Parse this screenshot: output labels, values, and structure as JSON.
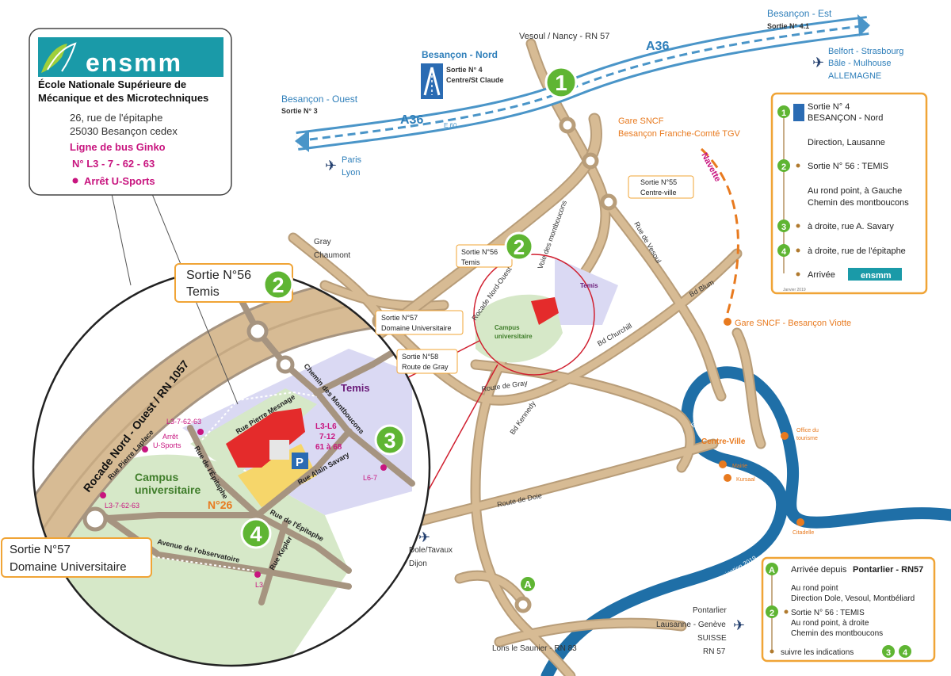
{
  "colors": {
    "road": "#d7bb94",
    "road_edge": "#b89d79",
    "inner_road": "#a69480",
    "highway_blue": "#4a95c8",
    "river": "#1f6fa7",
    "green_marker": "#5fb533",
    "magenta": "#c8157f",
    "orange": "#e87a1f",
    "campus_green": "#d6e8c8",
    "temis_purple": "#dad9f3",
    "logo_teal": "#1a9aa8",
    "info_border": "#f0a436"
  },
  "school": {
    "logo_word": "ensmm",
    "name_line1": "École Nationale Supérieure de",
    "name_line2": "Mécanique et des Microtechniques",
    "address_line1": "26, rue de l'épitaphe",
    "address_line2": "25030 Besançon cedex",
    "bus_line_title": "Ligne de bus Ginko",
    "bus_line_numbers": "N° L3 - 7 - 62 - 63",
    "bus_stop": "Arrêt U-Sports"
  },
  "highway": {
    "name_west": "A36",
    "name_east": "A36",
    "ouest_title": "Besançon - Ouest",
    "ouest_exit": "Sortie N° 3",
    "est_title": "Besançon - Est",
    "est_exit": "Sortie N° 4.1",
    "nord_title": "Besançon - Nord",
    "nord_exit": "Sortie N° 4",
    "nord_direction": "Centre/St Claude",
    "e60": "E 60"
  },
  "destinations": {
    "vesoul_nancy": "Vesoul / Nancy - RN 57",
    "belfort": "Belfort - Strasbourg",
    "bale": "Bâle - Mulhouse",
    "allemagne": "ALLEMAGNE",
    "paris": "Paris",
    "lyon": "Lyon",
    "gray": "Gray",
    "chaumont": "Chaumont",
    "dole_tavaux": "Dole/Tavaux",
    "dijon": "Dijon",
    "lons": "Lons le Saunier - RN 83",
    "pontarlier": "Pontarlier",
    "lausanne_geneve": "Lausanne - Genève",
    "suisse": "SUISSE",
    "rn57": "RN 57"
  },
  "gares": {
    "tgv_line1": "Gare SNCF",
    "tgv_line2": "Besançon Franche-Comté TGV",
    "navette": "Navette",
    "viotte": "Gare SNCF - Besançon Viotte"
  },
  "exits": {
    "s55_line1": "Sortie N°55",
    "s55_line2": "Centre-ville",
    "s56_line1": "Sortie N°56",
    "s56_line2": "Temis",
    "s57_line1": "Sortie N°57",
    "s57_line2": "Domaine Universitaire",
    "s58_line1": "Sortie N°58",
    "s58_line2": "Route de Gray"
  },
  "streets": {
    "rocade": "Rocade Nord-Ouest",
    "voie_montboucons": "Voie des montboucons",
    "rue_vesoul": "Rue de Vesoul",
    "bd_blum": "Bd Blum",
    "bd_churchill": "Bd Churchill",
    "route_gray": "Route de Gray",
    "bd_kennedy": "Bd Kennedy",
    "route_dole": "Route de Doie",
    "ensmm_river": "ENSMM",
    "doubs": "Le Doubs",
    "service_comm": "Service communication 2019"
  },
  "places": {
    "temis": "Temis",
    "campus": "Campus",
    "campus2": "universitaire",
    "centre_ville": "Centre-Ville",
    "office_line1": "Office du",
    "office_line2": "tourisme",
    "mairie": "Mairie",
    "kursaal": "Kursaal",
    "citadelle": "Citadelle"
  },
  "markers": {
    "m1": "1",
    "m2": "2",
    "m3": "3",
    "m4": "4",
    "mA": "A"
  },
  "itinerary_nord": {
    "step1_line1": "Sortie N° 4",
    "step1_line2": "BESANÇON - Nord",
    "direction": "Direction, Lausanne",
    "step2": "Sortie N° 56 : TEMIS",
    "rond_point_line1": "Au rond point, à Gauche",
    "rond_point_line2": "Chemin des montboucons",
    "step3": "à droite, rue A. Savary",
    "step4": "à droite, rue de l'épitaphe",
    "arrivee": "Arrivée",
    "date": "Janvier 2019"
  },
  "itinerary_pontarlier": {
    "title_prefix": "Arrivée depuis",
    "title_bold": "Pontarlier -  RN57",
    "rond_point_line1": "Au rond point",
    "rond_point_line2": "Direction Dole, Vesoul, Montbéliard",
    "step2_line1": "Sortie N° 56 : TEMIS",
    "step2_line2": "Au rond point, à droite",
    "step2_line3": "Chemin des montboucons",
    "suivre": "suivre les indications"
  },
  "detail_inset": {
    "rocade_rn": "Rocade Nord - Ouest / RN 1057",
    "callout56_line1": "Sortie N°56",
    "callout56_line2": "Temis",
    "callout57_line1": "Sortie N°57",
    "callout57_line2": "Domaine Universitaire",
    "temis": "Temis",
    "chemin": "Chemin des Montboucons",
    "rue_mesnage": "Rue Pierre Mesnage",
    "rue_laplace": "Rue Pierre Laplace",
    "rue_epitaphe": "Rue de l'Épitaphe",
    "rue_epitaphe2": "Rue de l'Épitaphe",
    "rue_savary": "Rue Alain Savary",
    "rue_kepler": "Rue Kepler",
    "avenue_obs": "Avenue de l'observatoire",
    "campus1": "Campus",
    "campus2": "universitaire",
    "number": "N°26",
    "parking": "P",
    "stop_top": "L3-7-62-63",
    "stop_arret1": "Arrêt",
    "stop_arret2": "U-Sports",
    "stop_left": "L3-7-62-63",
    "stop_l3": "L3",
    "stop_l67": "L6-7",
    "lines_l3l6": "L3-L6",
    "lines_712": "7-12",
    "lines_61": "61 à 68"
  }
}
